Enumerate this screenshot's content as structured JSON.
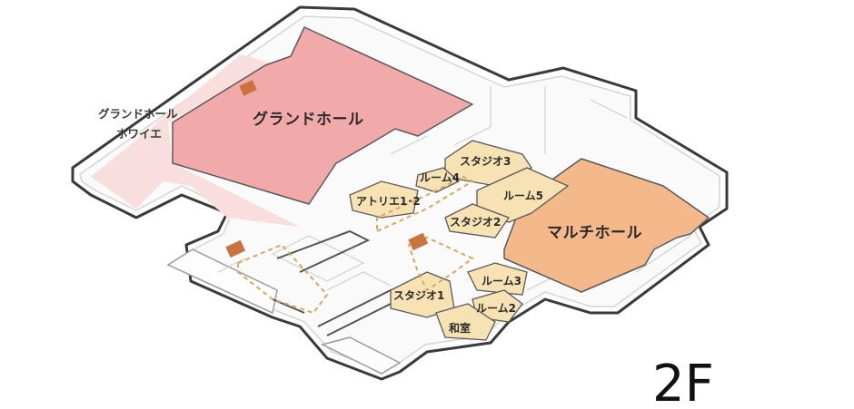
{
  "floor_label": "2F",
  "rooms": {
    "grand_hall": "グランドホール",
    "grand_hall_foyer_line1": "グランドホール",
    "grand_hall_foyer_line2": "ホワイエ",
    "multi_hall": "マルチホール",
    "studio1": "スタジオ1",
    "studio2": "スタジオ2",
    "studio3": "スタジオ3",
    "room2": "ルーム2",
    "room3": "ルーム3",
    "room4": "ルーム4",
    "room5": "ルーム5",
    "atelier": "アトリエ1･2",
    "washitsu": "和室"
  },
  "colors": {
    "grand_hall": "#f2a9a9",
    "foyer": "#f9dede",
    "multi_hall": "#f3b98a",
    "rooms": "#f7e2b4",
    "building_outline": "#3a3a3a",
    "stair_marker": "#c9733f",
    "route_dash": "#d9a85a"
  }
}
